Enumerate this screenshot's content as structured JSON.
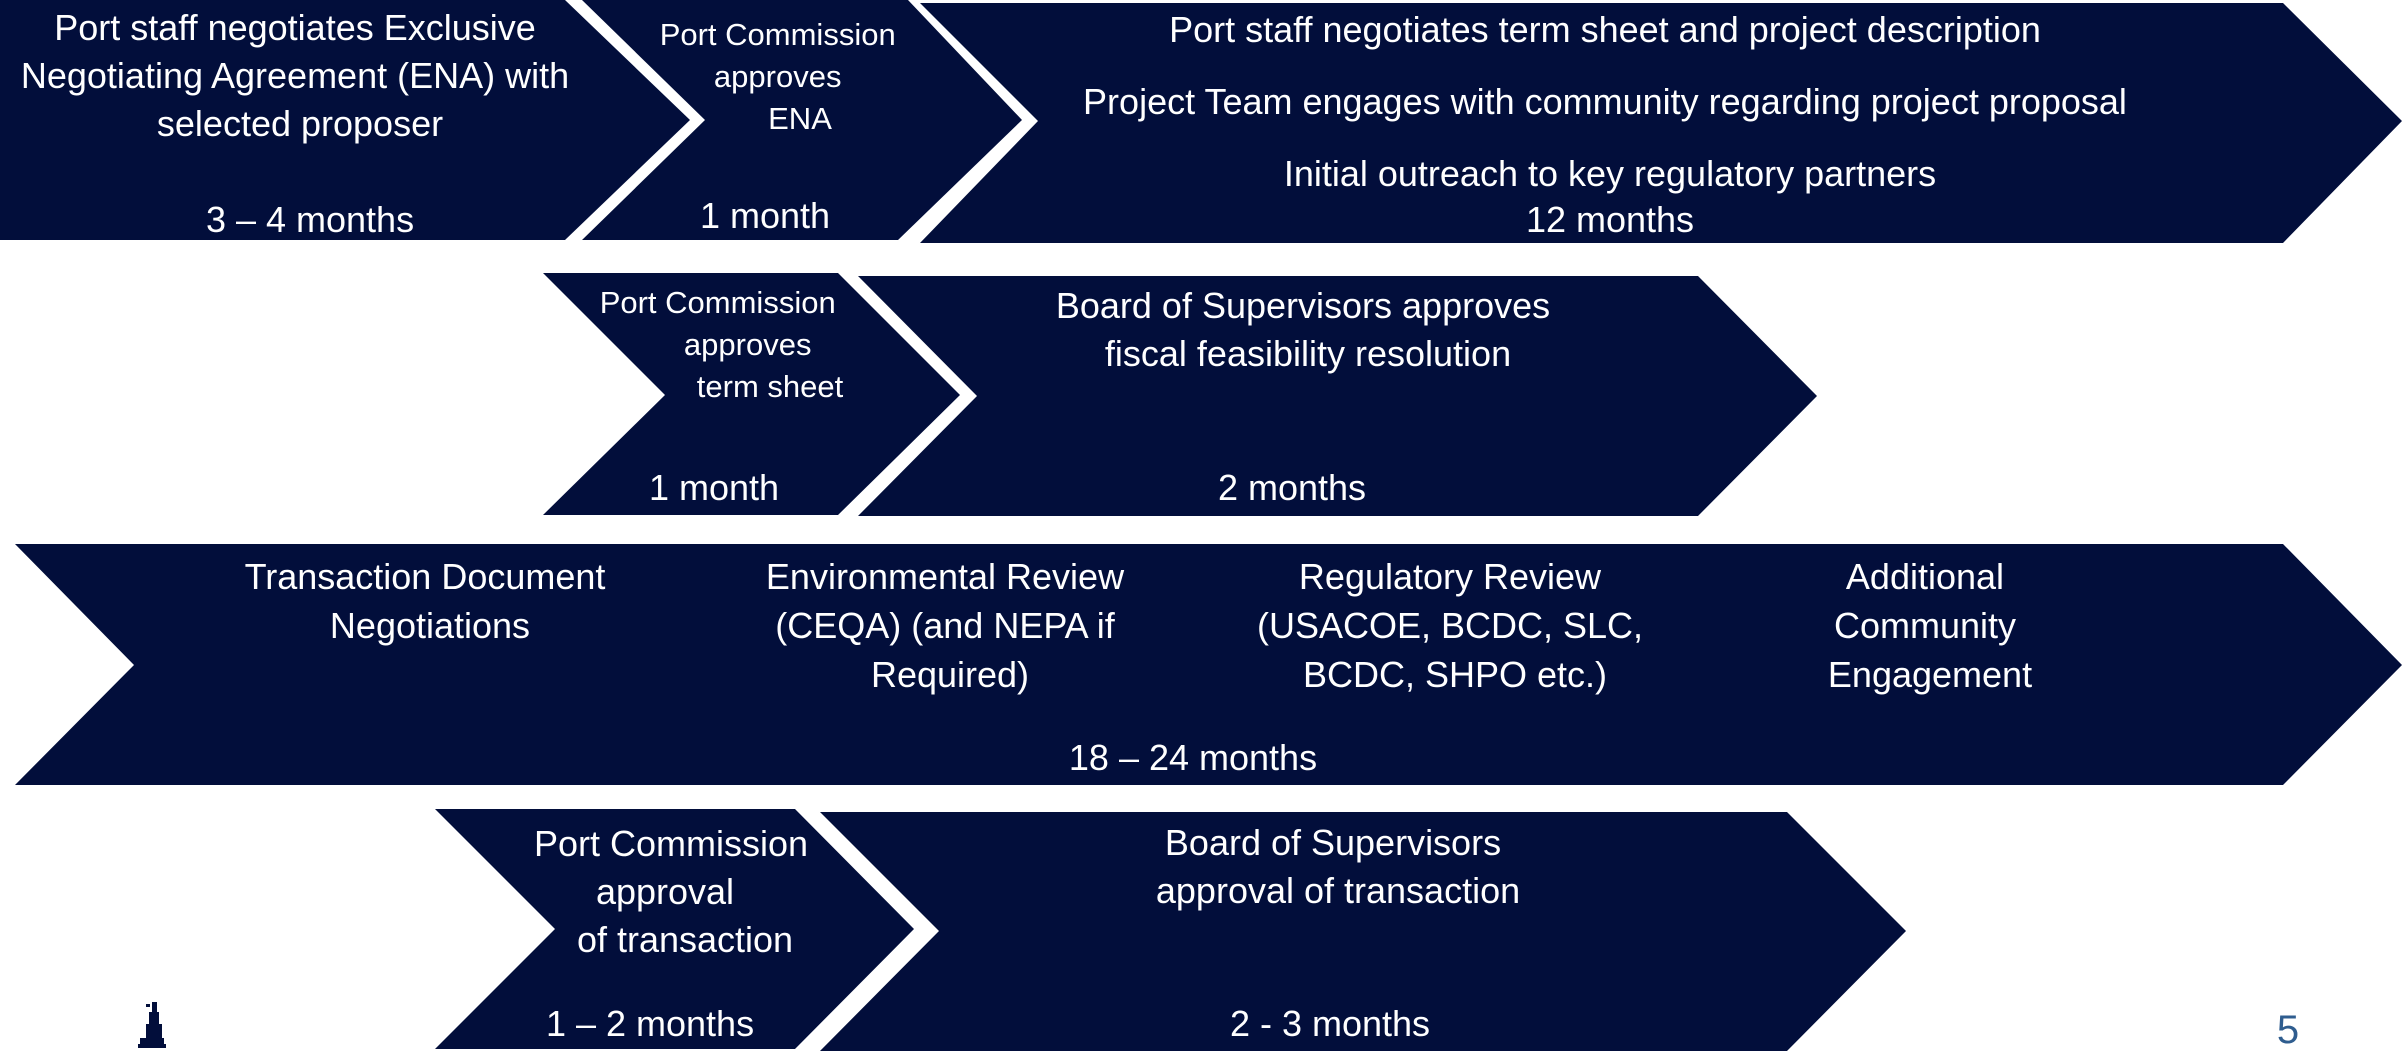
{
  "colors": {
    "chevron_fill": "#020e3b",
    "text": "#ffffff",
    "page_number": "#2f5d8f"
  },
  "rows": [
    {
      "steps": [
        {
          "lines": [
            "Port staff negotiates Exclusive",
            "Negotiating Agreement (ENA) with",
            "selected proposer"
          ],
          "duration": "3 – 4 months"
        },
        {
          "lines": [
            "Port Commission",
            "approves",
            "ENA"
          ],
          "duration": "1 month"
        },
        {
          "lines": [
            "Port staff negotiates term sheet and project description",
            "Project Team engages with community regarding project proposal",
            "Initial outreach to key regulatory partners"
          ],
          "duration": "12 months"
        }
      ]
    },
    {
      "steps": [
        {
          "lines": [
            "Port Commission",
            "approves",
            "term sheet"
          ],
          "duration": "1 month"
        },
        {
          "lines": [
            "Board of Supervisors approves",
            "fiscal feasibility resolution"
          ],
          "duration": "2 months"
        }
      ]
    },
    {
      "steps": [
        {
          "groups": [
            {
              "lines": [
                "Transaction Document",
                "Negotiations"
              ]
            },
            {
              "lines": [
                "Environmental Review",
                "(CEQA) (and NEPA if",
                "Required)"
              ]
            },
            {
              "lines": [
                "Regulatory Review",
                "(USACOE, BCDC, SLC,",
                "BCDC, SHPO etc.)"
              ]
            },
            {
              "lines": [
                "Additional",
                "Community",
                "Engagement"
              ]
            }
          ],
          "duration": "18 – 24 months"
        }
      ]
    },
    {
      "steps": [
        {
          "lines": [
            "Port Commission",
            "approval",
            "of transaction"
          ],
          "duration": "1 – 2 months"
        },
        {
          "lines": [
            "Board of Supervisors",
            "approval of transaction"
          ],
          "duration": "2  - 3 months"
        }
      ]
    }
  ],
  "footer": {
    "logo_icon": "port-tower-logo-icon",
    "page_number": "5"
  }
}
